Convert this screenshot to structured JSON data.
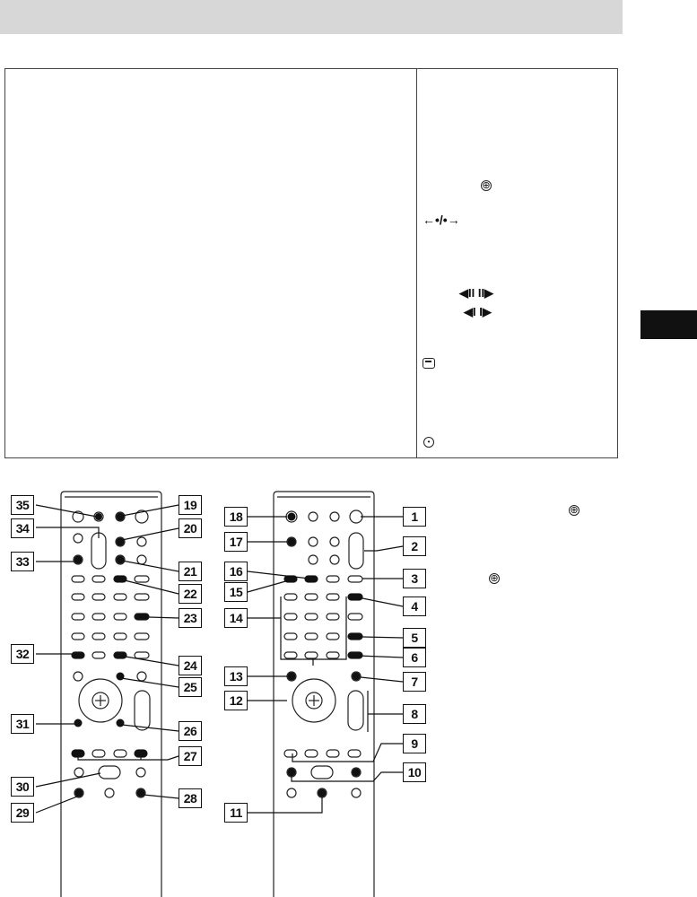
{
  "header": {
    "title": ""
  },
  "panel_right": {
    "symbols": {
      "plus": "⊕",
      "replay_advance": "←•/•→",
      "step_back_fwd": "◀II II▶",
      "slow_back_fwd": "◀I I▶",
      "subtitle_icon": "subtitle-icon",
      "dot_circle": "⊙"
    }
  },
  "remote_left_callouts": [
    "35",
    "34",
    "33",
    "32",
    "31",
    "30",
    "29",
    "19",
    "20",
    "21",
    "22",
    "23",
    "24",
    "25",
    "26",
    "27",
    "28"
  ],
  "remote_right_callouts": [
    "18",
    "17",
    "16",
    "15",
    "14",
    "13",
    "12",
    "11",
    "1",
    "2",
    "3",
    "4",
    "5",
    "6",
    "7",
    "8",
    "9",
    "10"
  ],
  "notes": {
    "plus_a": "⊕",
    "plus_b": "⊕"
  },
  "colors": {
    "band": "#d7d7d7",
    "tab": "#111111",
    "line": "#222222"
  }
}
